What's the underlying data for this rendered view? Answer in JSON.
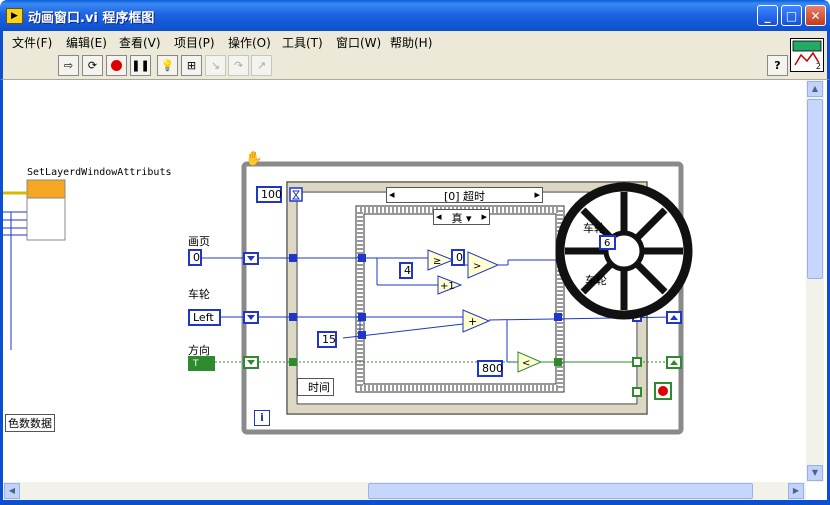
{
  "window": {
    "title": "动画窗口.vi 程序框图",
    "icon": "vi-icon"
  },
  "window_buttons": {
    "minimize": "_",
    "maximize": "□",
    "close": "✕"
  },
  "menu": [
    {
      "label": "文件(F)"
    },
    {
      "label": "编辑(E)"
    },
    {
      "label": "查看(V)"
    },
    {
      "label": "项目(P)"
    },
    {
      "label": "操作(O)"
    },
    {
      "label": "工具(T)"
    },
    {
      "label": "窗口(W)"
    },
    {
      "label": "帮助(H)"
    }
  ],
  "toolbar": {
    "run": "run-arrow-icon",
    "run_continuous": "run-continuously-icon",
    "abort": "abort-icon",
    "pause": "pause-icon",
    "highlight": "highlight-execution-icon",
    "retain": "retain-wire-values-icon",
    "step_into": "step-into-icon",
    "step_over": "step-over-icon",
    "step_out": "step-out-icon",
    "help": "?",
    "connector_count": "2"
  },
  "diagram": {
    "function_name": "SetLayerdWindowAttributs",
    "color_data_label": "色数数据",
    "timeout_value": "100",
    "case_outer": "[0] 超时",
    "case_inner": "真",
    "labels": {
      "page": "画页",
      "wheel": "车轮",
      "direction": "方向",
      "time": "时间",
      "wheel_overlay_1": "车轮",
      "wheel_overlay_2": "车轮"
    },
    "page_value": "0",
    "wheel_value": "Left",
    "direction_value": "T",
    "const_4": "4",
    "const_0": "0",
    "const_15": "15",
    "const_800": "800",
    "overlay_value": "6",
    "iteration": "i"
  }
}
